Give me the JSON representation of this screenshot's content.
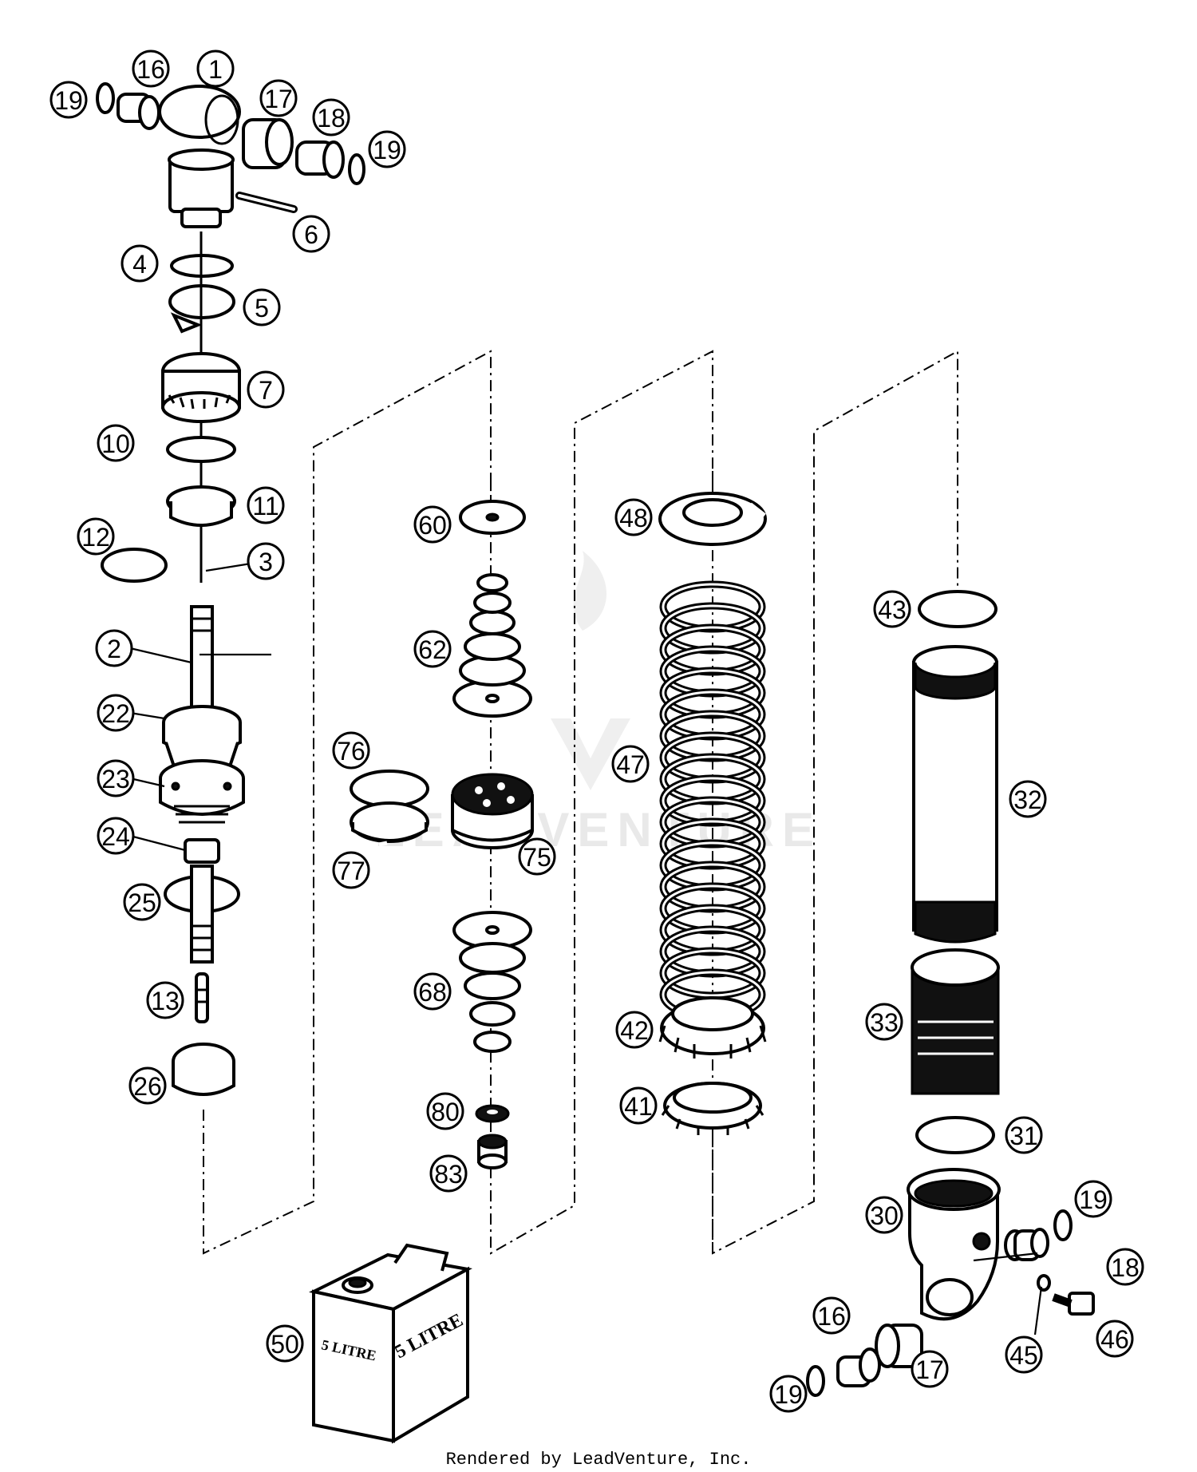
{
  "diagram": {
    "callouts": [
      "1",
      "2",
      "3",
      "4",
      "5",
      "6",
      "7",
      "10",
      "11",
      "12",
      "13",
      "16",
      "17",
      "18",
      "19",
      "22",
      "23",
      "24",
      "25",
      "26",
      "30",
      "31",
      "32",
      "33",
      "41",
      "42",
      "43",
      "45",
      "46",
      "47",
      "48",
      "50",
      "60",
      "62",
      "68",
      "75",
      "76",
      "77",
      "80",
      "83"
    ],
    "can_label_front": "5 LITRE",
    "can_label_side": "5 LITRE",
    "watermark": "LEADVENTURE"
  },
  "footer": {
    "text": "Rendered by LeadVenture, Inc."
  }
}
